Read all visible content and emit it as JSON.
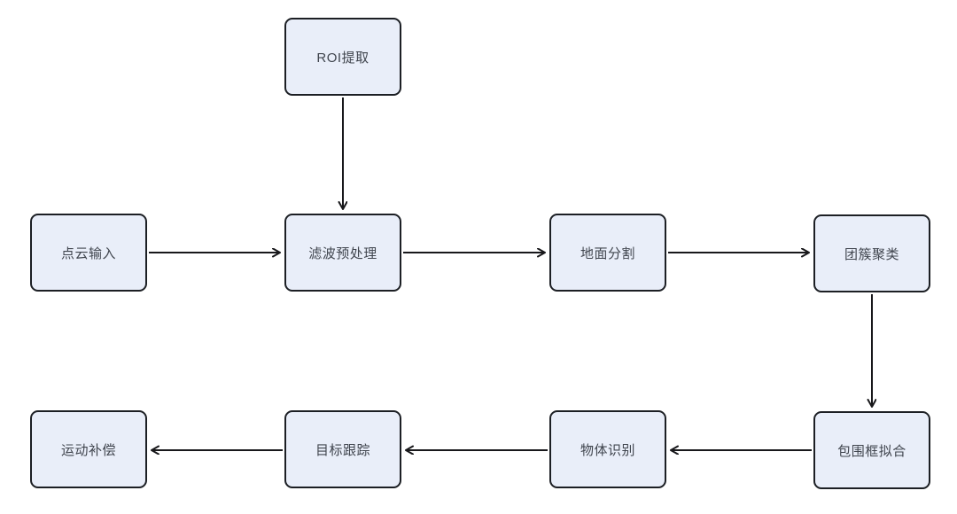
{
  "diagram": {
    "type": "flowchart",
    "background_color": "#ffffff",
    "node_fill_color": "#e9eef9",
    "node_border_color": "#1c1f24",
    "node_text_color": "#40454e",
    "arrow_color": "#18181b",
    "nodes": [
      {
        "id": "roi-extraction",
        "label": "ROI提取",
        "row": 0,
        "col": 2
      },
      {
        "id": "point-cloud-input",
        "label": "点云输入",
        "row": 1,
        "col": 1
      },
      {
        "id": "filter-preprocess",
        "label": "滤波预处理",
        "row": 1,
        "col": 2
      },
      {
        "id": "ground-segmentation",
        "label": "地面分割",
        "row": 1,
        "col": 3
      },
      {
        "id": "cluster-clustering",
        "label": "团簇聚类",
        "row": 1,
        "col": 4
      },
      {
        "id": "bounding-box-fitting",
        "label": "包围框拟合",
        "row": 2,
        "col": 4
      },
      {
        "id": "object-recognition",
        "label": "物体识别",
        "row": 2,
        "col": 3
      },
      {
        "id": "target-tracking",
        "label": "目标跟踪",
        "row": 2,
        "col": 2
      },
      {
        "id": "motion-compensation",
        "label": "运动补偿",
        "row": 2,
        "col": 1
      }
    ],
    "edges": [
      {
        "from": "ROI提取",
        "to": "滤波预处理",
        "direction": "down"
      },
      {
        "from": "点云输入",
        "to": "滤波预处理",
        "direction": "right"
      },
      {
        "from": "滤波预处理",
        "to": "地面分割",
        "direction": "right"
      },
      {
        "from": "地面分割",
        "to": "团簇聚类",
        "direction": "right"
      },
      {
        "from": "团簇聚类",
        "to": "包围框拟合",
        "direction": "down"
      },
      {
        "from": "包围框拟合",
        "to": "物体识别",
        "direction": "left"
      },
      {
        "from": "物体识别",
        "to": "目标跟踪",
        "direction": "left"
      },
      {
        "from": "目标跟踪",
        "to": "运动补偿",
        "direction": "left"
      }
    ]
  }
}
